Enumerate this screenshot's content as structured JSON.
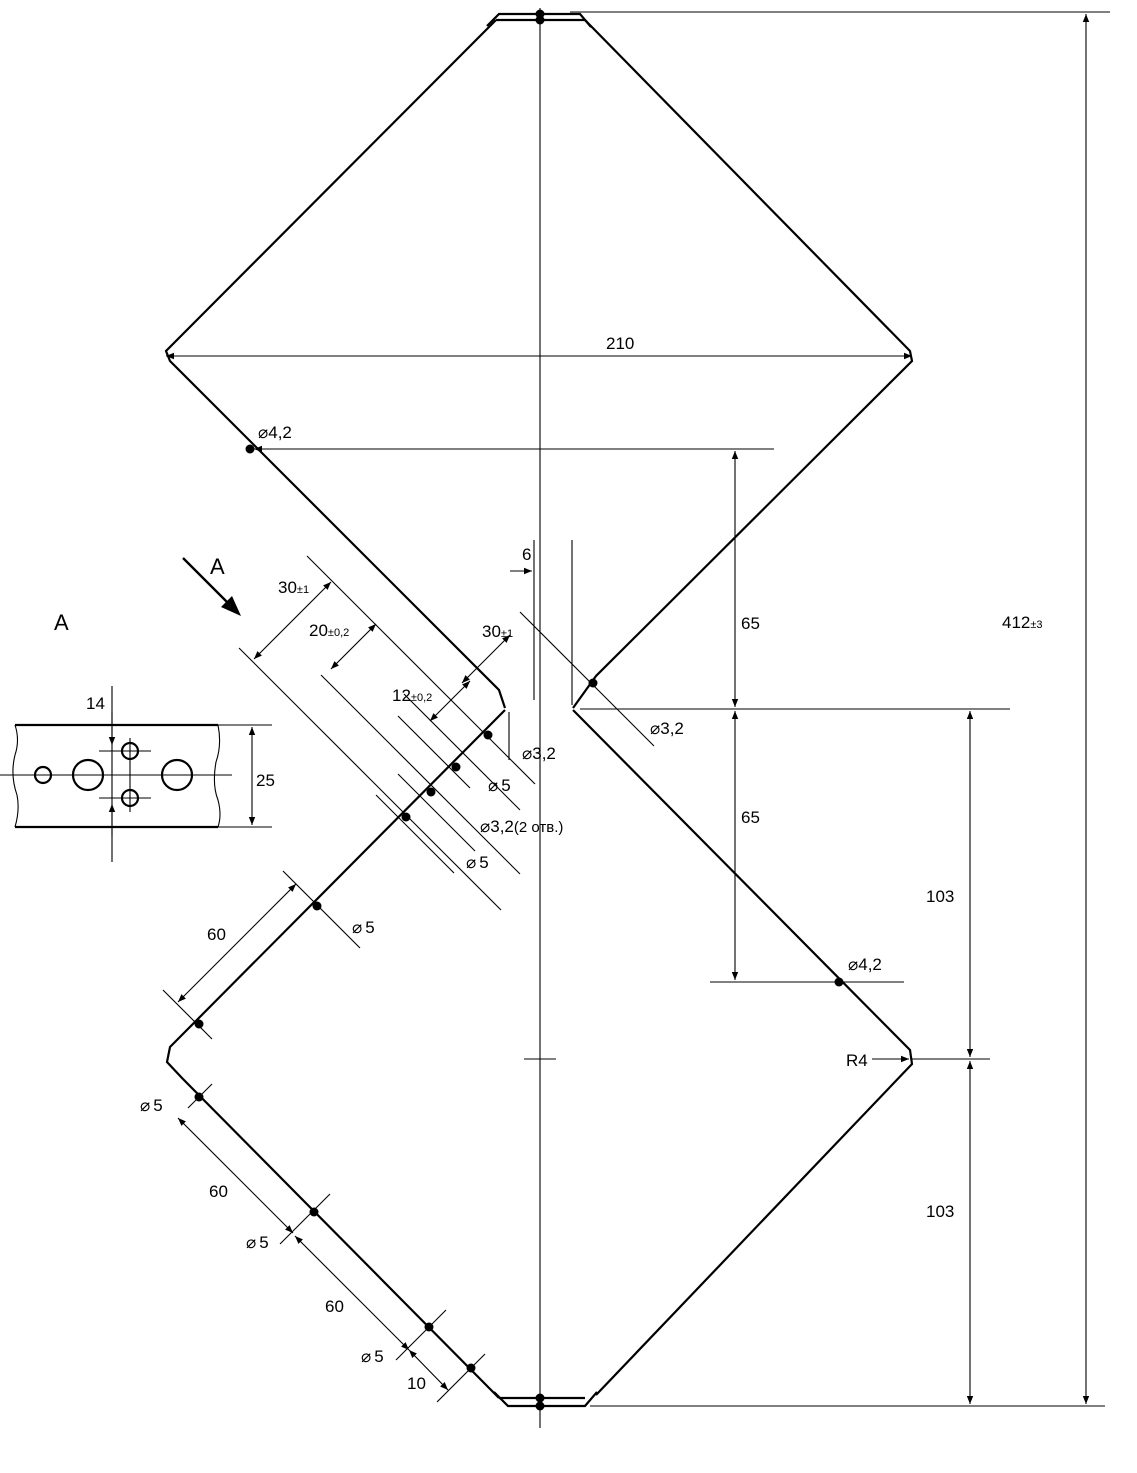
{
  "view": {
    "label": "A",
    "arrow_label": "A"
  },
  "dimensions": {
    "width_210": "210",
    "height_412": "412",
    "height_412_tol": "±3",
    "half_103_upper": "103",
    "half_103_lower": "103",
    "v65_upper": "65",
    "v65_lower": "65",
    "gap_6": "6",
    "d30_left": "30",
    "d30_left_tol": "±1",
    "d20": "20",
    "d20_tol": "±0,2",
    "d12": "12",
    "d12_tol": "±0,2",
    "d30_right": "30",
    "d30_right_tol": "±1",
    "d60_upper": "60",
    "d60_lower1": "60",
    "d60_lower2": "60",
    "d10": "10",
    "r4": "R4",
    "view_14": "14",
    "view_25": "25"
  },
  "holes": {
    "h42_top": "4,2",
    "h32_right": "3,2",
    "h32_left": "3,2",
    "h5_a": "5",
    "h32_pair": "3,2",
    "h32_pair_note": "(2 отв.)",
    "h5_b": "5",
    "h5_c": "5",
    "h42_bottom": "4,2",
    "h5_d": "5",
    "h5_e": "5",
    "h5_f": "5"
  }
}
